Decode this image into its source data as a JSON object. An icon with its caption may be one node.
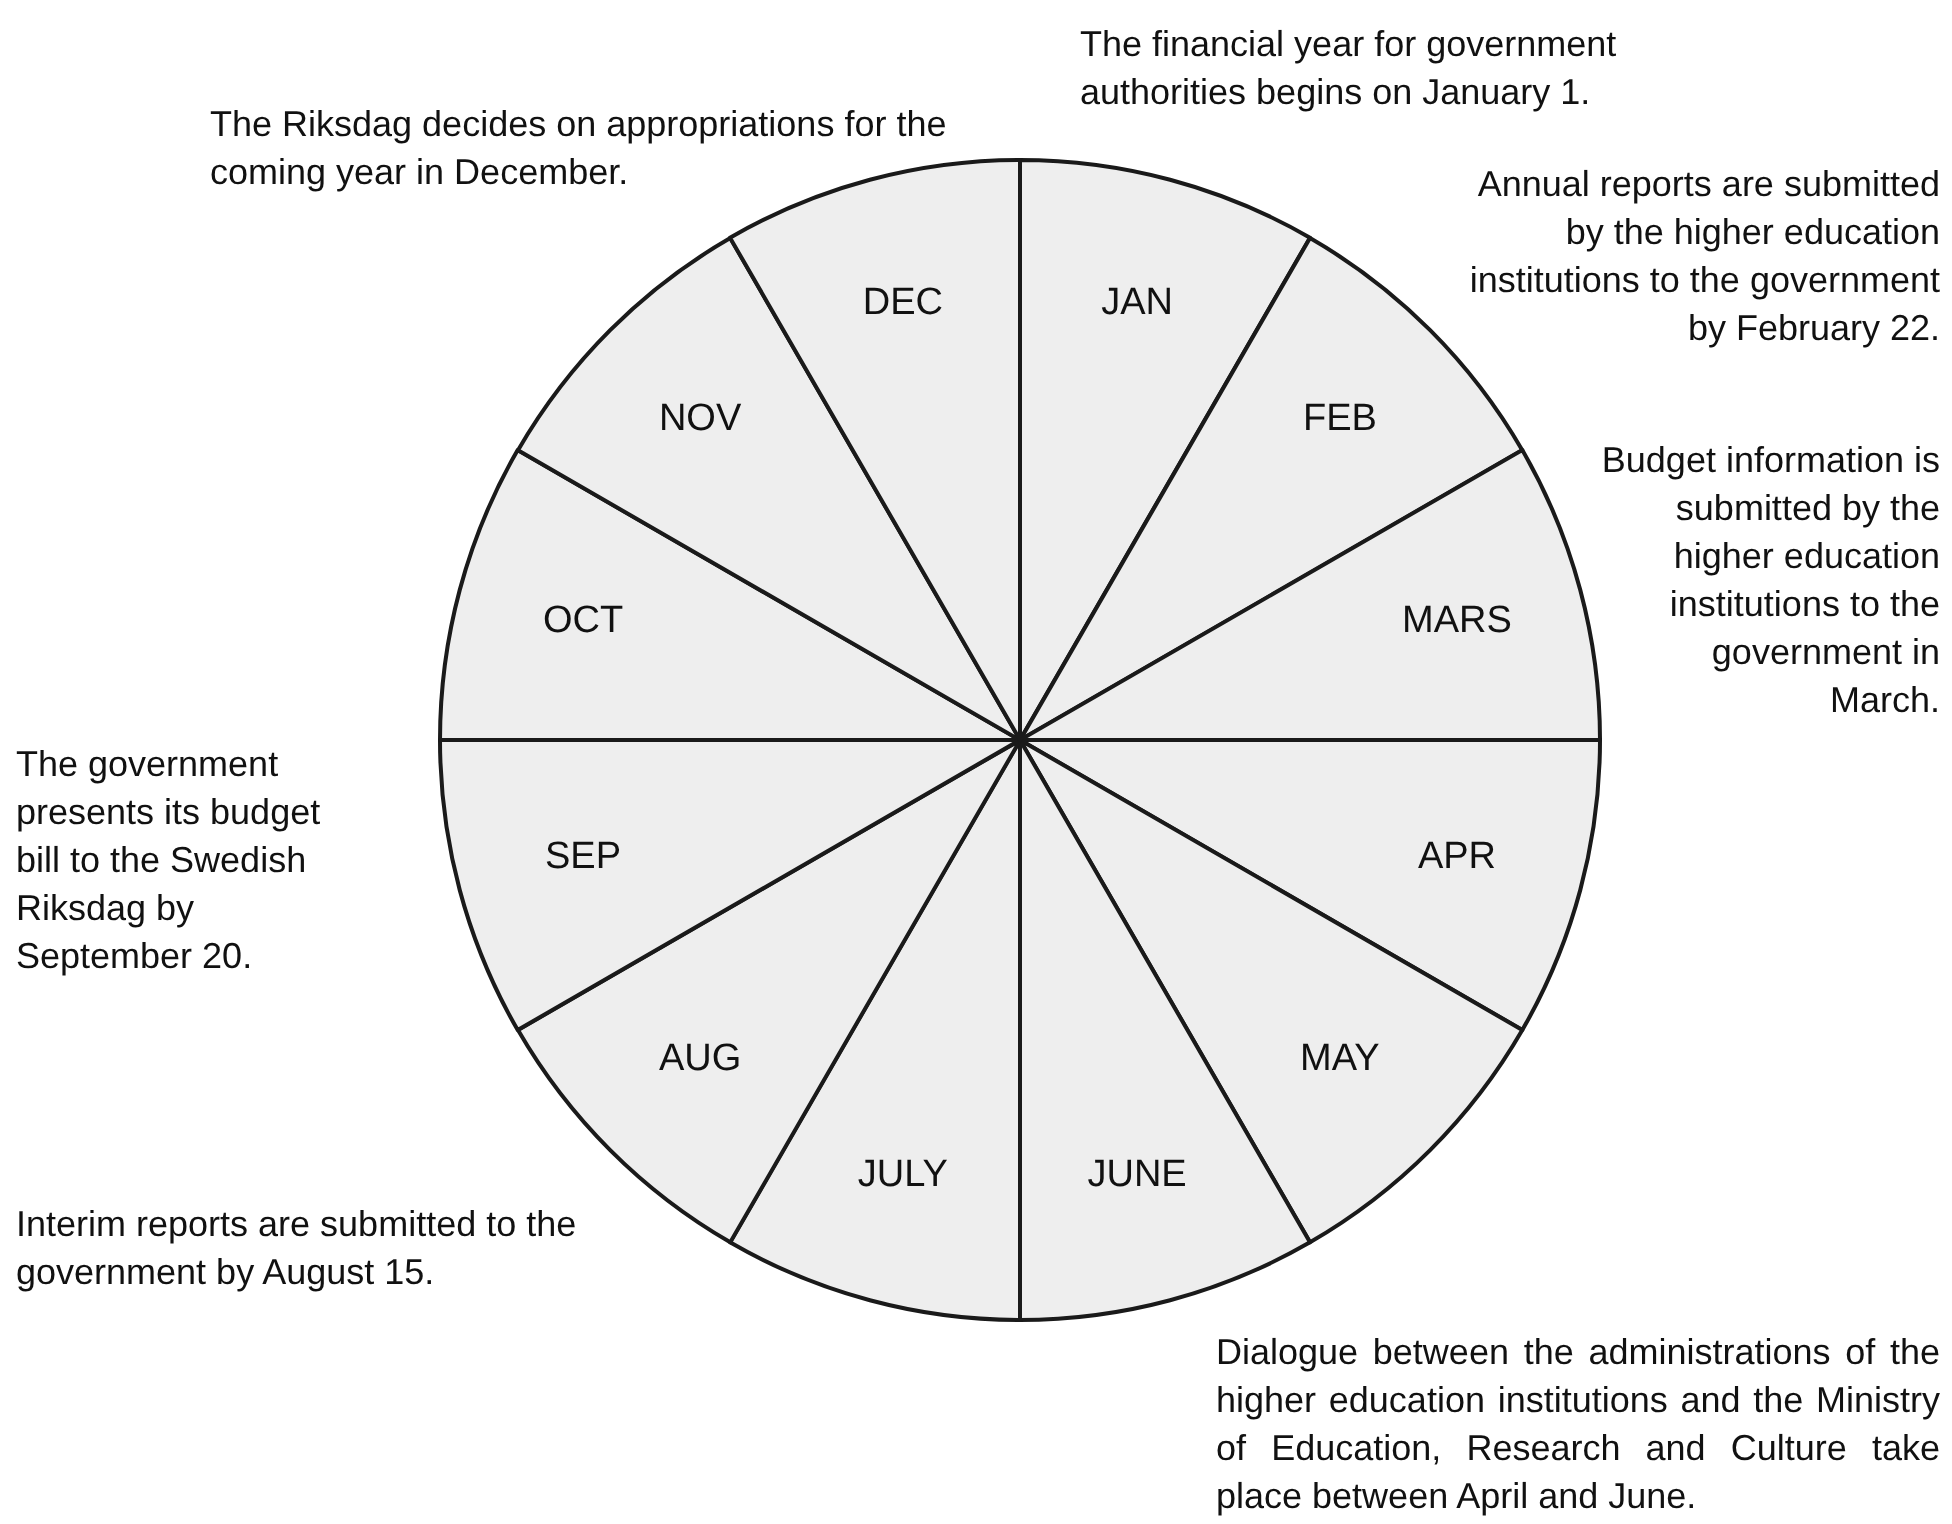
{
  "diagram": {
    "nodes": [
      {
        "text": [
          "JAN"
        ]
      },
      {
        "text": [
          "FEB"
        ]
      },
      {
        "text": [
          "MARS"
        ]
      },
      {
        "text": [
          "APR"
        ]
      },
      {
        "text": [
          "MAY"
        ]
      },
      {
        "text": [
          "JUNE"
        ]
      },
      {
        "text": [
          "JULY"
        ]
      },
      {
        "text": [
          "AUG"
        ]
      },
      {
        "text": [
          "SEP"
        ]
      },
      {
        "text": [
          "OCT"
        ]
      },
      {
        "text": [
          "NOV"
        ]
      },
      {
        "text": [
          "DEC"
        ]
      }
    ],
    "labels": [
      "The financial year for government authorities begins on January 1.",
      "The Riksdag decides on appropriations for the coming year in December.",
      "Annual reports are submitted by the higher education institutions to the government by February 22.",
      "Budget information is submitted by the higher education institutions to the government in March.",
      "The government presents its budget bill to the Swedish Riksdag by September 20.",
      "Interim reports are submitted to the government by August 15.",
      "Dialogue between the administrations of the higher education institutions and the Ministry of Education, Research and Culture take place between April and June."
    ]
  }
}
